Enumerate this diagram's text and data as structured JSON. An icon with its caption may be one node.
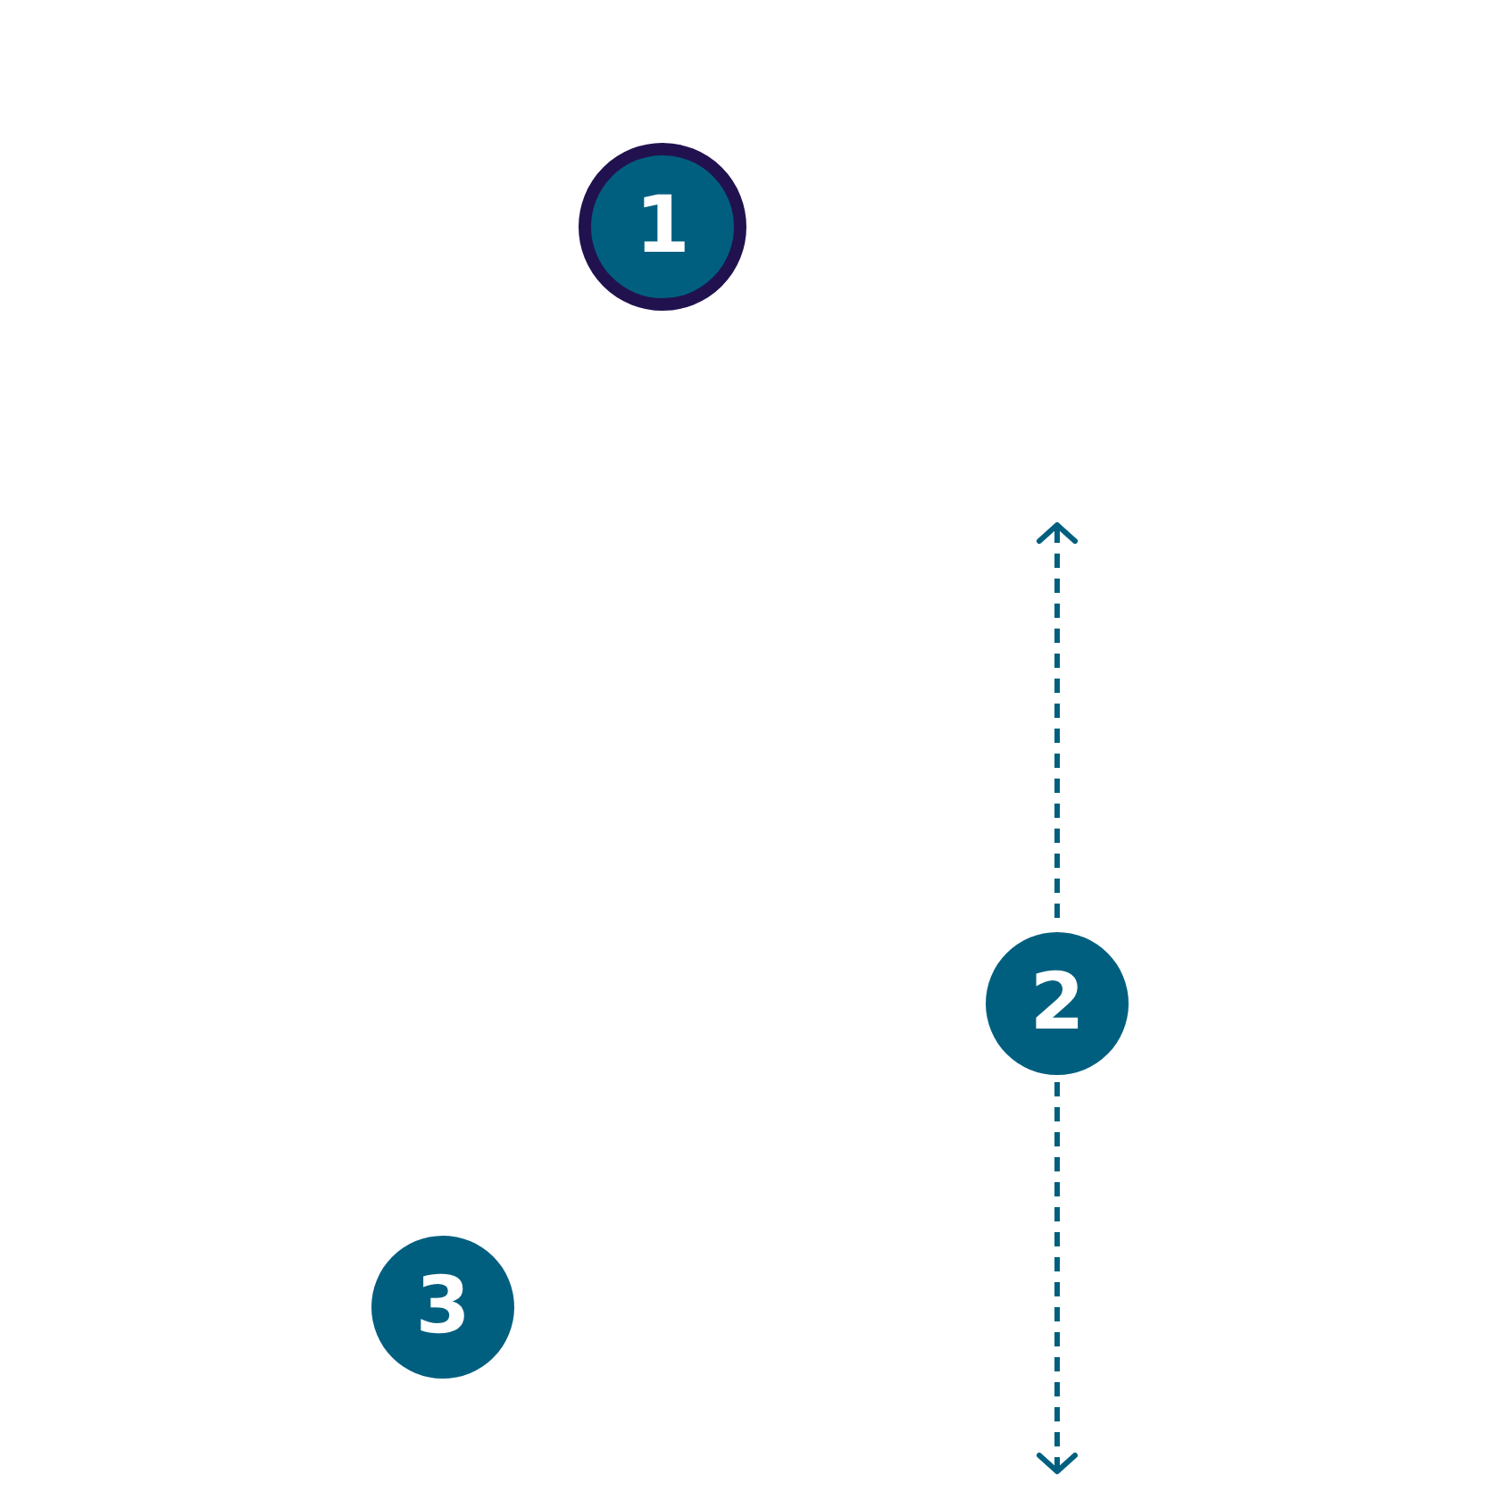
{
  "diagram": {
    "nodes": [
      {
        "text": [
          "1"
        ]
      },
      {
        "text": [
          "2"
        ]
      },
      {
        "text": [
          "3"
        ]
      }
    ]
  }
}
